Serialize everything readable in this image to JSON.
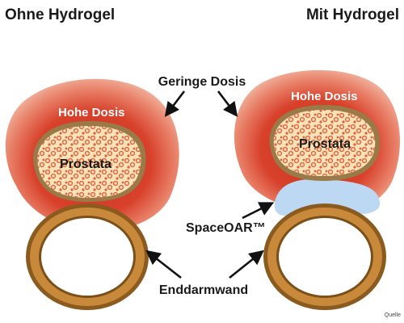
{
  "titles": {
    "left": "Ohne Hydrogel",
    "right": "Mit Hydrogel"
  },
  "labels": {
    "low_dose": "Geringe Dosis",
    "high_dose": "Hohe Dosis",
    "prostate": "Prostata",
    "spacer": "SpaceOAR™",
    "rectal_wall": "Enddarmwand",
    "source": "Quelle"
  },
  "colors": {
    "dose_outer": "#f4c9b6",
    "dose_mid": "#e9826a",
    "dose_inner": "#d8412b",
    "prostate_fill": "#f6e3b9",
    "prostate_rim": "#9a7a47",
    "prostate_dots": "#e2603a",
    "rectum_outer": "#8a5a1e",
    "rectum_fill": "#c88a3a",
    "spacer_fill": "#bcd8f2",
    "arrow": "#111111",
    "text": "#1a1a1a"
  }
}
